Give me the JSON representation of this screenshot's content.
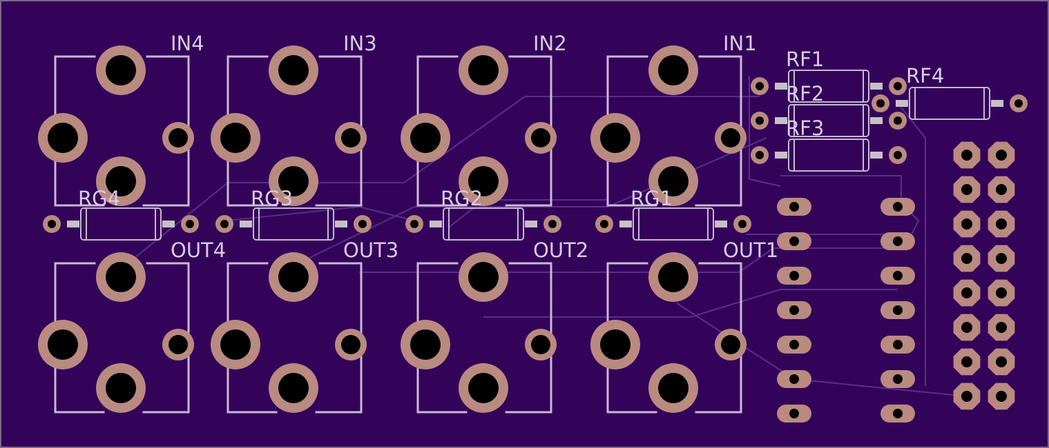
{
  "board": {
    "background": "#33035a",
    "outline": "#7a6a86",
    "copper": "#b98a80",
    "silkscreen": "#c9b9d2",
    "trace": "#5a2f8a"
  },
  "jacks": {
    "inputs": [
      "IN4",
      "IN3",
      "IN2",
      "IN1"
    ],
    "outputs": [
      "OUT4",
      "OUT3",
      "OUT2",
      "OUT1"
    ]
  },
  "resistors": {
    "gain": [
      "RG4",
      "RG3",
      "RG2",
      "RG1"
    ],
    "feedback": [
      "RF1",
      "RF2",
      "RF3",
      "RF4"
    ]
  },
  "connectors": {
    "ic_socket_pins_per_side": 7,
    "header_rows": 8,
    "header_cols": 2
  }
}
